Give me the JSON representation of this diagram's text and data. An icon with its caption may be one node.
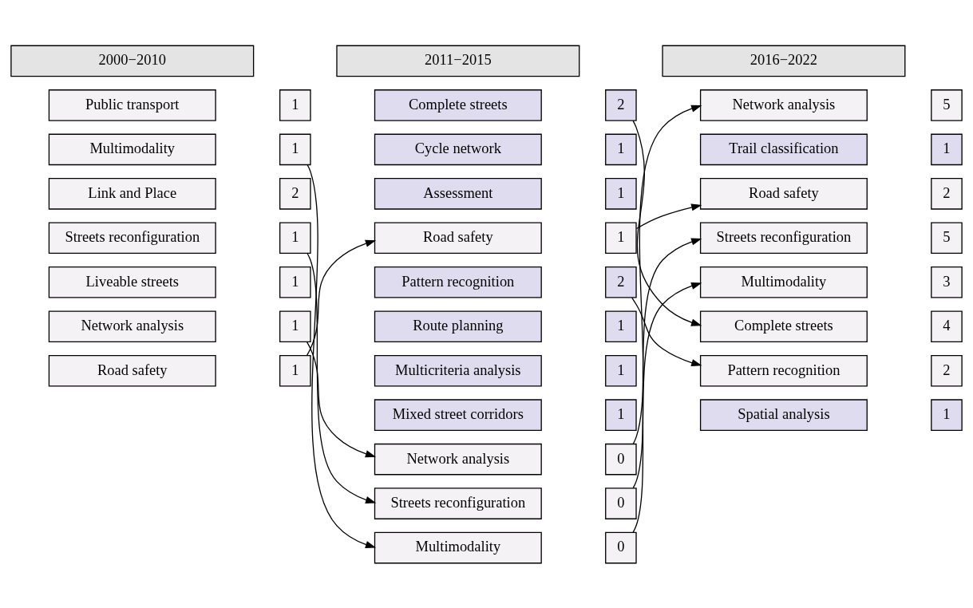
{
  "diagram": {
    "nodes": [
      {
        "text": [
          "2000−2010"
        ]
      },
      {
        "text": [
          "2011−2015"
        ]
      },
      {
        "text": [
          "2016−2022"
        ]
      },
      {
        "text": [
          "Public transport"
        ]
      },
      {
        "text": [
          "1"
        ]
      },
      {
        "text": [
          "Multimodality"
        ]
      },
      {
        "text": [
          "1"
        ]
      },
      {
        "text": [
          "Link and Place"
        ]
      },
      {
        "text": [
          "2"
        ]
      },
      {
        "text": [
          "Streets reconfiguration"
        ]
      },
      {
        "text": [
          "1"
        ]
      },
      {
        "text": [
          "Liveable streets"
        ]
      },
      {
        "text": [
          "1"
        ]
      },
      {
        "text": [
          "Network analysis"
        ]
      },
      {
        "text": [
          "1"
        ]
      },
      {
        "text": [
          "Road safety"
        ]
      },
      {
        "text": [
          "1"
        ]
      },
      {
        "text": [
          "Complete streets"
        ]
      },
      {
        "text": [
          "2"
        ]
      },
      {
        "text": [
          "Cycle network"
        ]
      },
      {
        "text": [
          "1"
        ]
      },
      {
        "text": [
          "Assessment"
        ]
      },
      {
        "text": [
          "1"
        ]
      },
      {
        "text": [
          "Road safety"
        ]
      },
      {
        "text": [
          "1"
        ]
      },
      {
        "text": [
          "Pattern recognition"
        ]
      },
      {
        "text": [
          "2"
        ]
      },
      {
        "text": [
          "Route planning"
        ]
      },
      {
        "text": [
          "1"
        ]
      },
      {
        "text": [
          "Multicriteria analysis"
        ]
      },
      {
        "text": [
          "1"
        ]
      },
      {
        "text": [
          "Mixed street corridors"
        ]
      },
      {
        "text": [
          "1"
        ]
      },
      {
        "text": [
          "Network analysis"
        ]
      },
      {
        "text": [
          "0"
        ]
      },
      {
        "text": [
          "Streets reconfiguration"
        ]
      },
      {
        "text": [
          "0"
        ]
      },
      {
        "text": [
          "Multimodality"
        ]
      },
      {
        "text": [
          "0"
        ]
      },
      {
        "text": [
          "Network analysis"
        ]
      },
      {
        "text": [
          "5"
        ]
      },
      {
        "text": [
          "Trail classification"
        ]
      },
      {
        "text": [
          "1"
        ]
      },
      {
        "text": [
          "Road safety"
        ]
      },
      {
        "text": [
          "2"
        ]
      },
      {
        "text": [
          "Streets reconfiguration"
        ]
      },
      {
        "text": [
          "5"
        ]
      },
      {
        "text": [
          "Multimodality"
        ]
      },
      {
        "text": [
          "3"
        ]
      },
      {
        "text": [
          "Complete streets"
        ]
      },
      {
        "text": [
          "4"
        ]
      },
      {
        "text": [
          "Pattern recognition"
        ]
      },
      {
        "text": [
          "2"
        ]
      },
      {
        "text": [
          "Spatial analysis"
        ]
      },
      {
        "text": [
          "1"
        ]
      }
    ],
    "edges": [
      {
        "from": 6,
        "to": 37,
        "arrow": "to"
      },
      {
        "from": 10,
        "to": 35,
        "arrow": "to"
      },
      {
        "from": 14,
        "to": 33,
        "arrow": "to"
      },
      {
        "from": 16,
        "to": 23,
        "arrow": "to"
      },
      {
        "from": 18,
        "to": 49,
        "arrow": "to"
      },
      {
        "from": 24,
        "to": 43,
        "arrow": "to"
      },
      {
        "from": 26,
        "to": 51,
        "arrow": "to"
      },
      {
        "from": 34,
        "to": 39,
        "arrow": "to"
      },
      {
        "from": 36,
        "to": 45,
        "arrow": "to"
      },
      {
        "from": 38,
        "to": 47,
        "arrow": "to"
      }
    ]
  }
}
